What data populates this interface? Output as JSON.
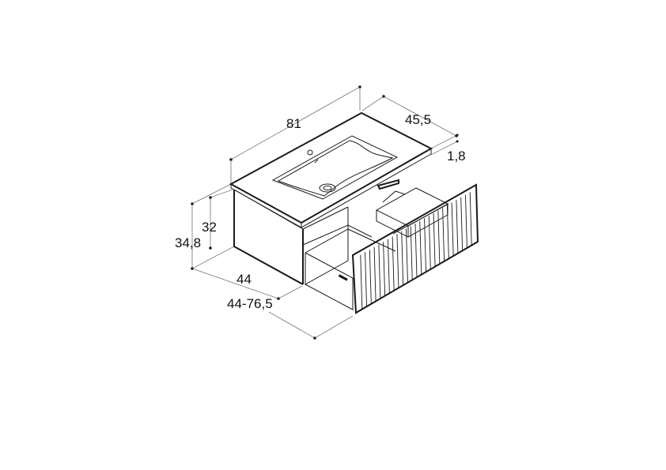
{
  "diagram": {
    "dimensions": {
      "width": "81",
      "depth": "45,5",
      "top_thickness": "1,8",
      "cabinet_height": "32",
      "total_height": "34,8",
      "cabinet_depth": "44",
      "drawer_extension": "44-76,5"
    },
    "colors": {
      "line": "#1a1a1a",
      "background": "#ffffff"
    }
  }
}
